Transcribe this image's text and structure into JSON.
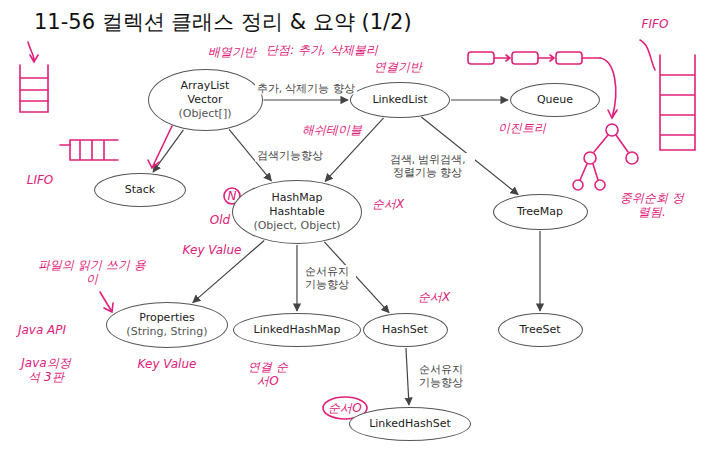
{
  "diagram": {
    "title": "11-56 컬렉션 클래스 정리 & 요약 (1/2)",
    "nodes": [
      {
        "text": [
          "ArrayList",
          "Vector",
          "(Object[])"
        ]
      },
      {
        "text": [
          "LinkedList"
        ]
      },
      {
        "text": [
          "Queue"
        ]
      },
      {
        "text": [
          "Stack"
        ]
      },
      {
        "text": [
          "HashMap",
          "Hashtable",
          "(Object, Object)"
        ]
      },
      {
        "text": [
          "TreeMap"
        ]
      },
      {
        "text": [
          "Properties",
          "(String, String)"
        ]
      },
      {
        "text": [
          "LinkedHashMap"
        ]
      },
      {
        "text": [
          "HashSet"
        ]
      },
      {
        "text": [
          "TreeSet"
        ]
      },
      {
        "text": [
          "LinkedHashSet"
        ]
      }
    ],
    "edges": [
      {
        "from": 0,
        "to": 1,
        "arrow": "to",
        "label": "추가, 삭제기능 향상"
      },
      {
        "from": 1,
        "to": 2,
        "arrow": "to"
      },
      {
        "from": 0,
        "to": 3,
        "arrow": "to"
      },
      {
        "from": 0,
        "to": 4,
        "arrow": "to",
        "label": "검색기능향상"
      },
      {
        "from": 1,
        "to": 4,
        "arrow": "to"
      },
      {
        "from": 1,
        "to": 5,
        "arrow": "to",
        "label": "검색, 범위검색, 정렬기능 향상"
      },
      {
        "from": 4,
        "to": 6,
        "arrow": "to"
      },
      {
        "from": 4,
        "to": 7,
        "arrow": "to",
        "label": "순서유지 기능향상"
      },
      {
        "from": 4,
        "to": 8,
        "arrow": "to"
      },
      {
        "from": 5,
        "to": 9,
        "arrow": "to"
      },
      {
        "from": 8,
        "to": 10,
        "arrow": "to",
        "label": "순서유지 기능향상"
      }
    ],
    "labels": [
      "배열기반",
      "단점: 추가, 삭제불리",
      "연결기반",
      "FIFO",
      "LIFO",
      "해쉬테이블",
      "이진트리",
      "중위순회 정렬됨.",
      "N",
      "Old",
      "순서X",
      "Key Value",
      "파일의 읽기 쓰기 용이",
      "Java API",
      "Java의정석 3판",
      "Key Value",
      "순서X",
      "연결 순서O",
      "순서O"
    ]
  }
}
